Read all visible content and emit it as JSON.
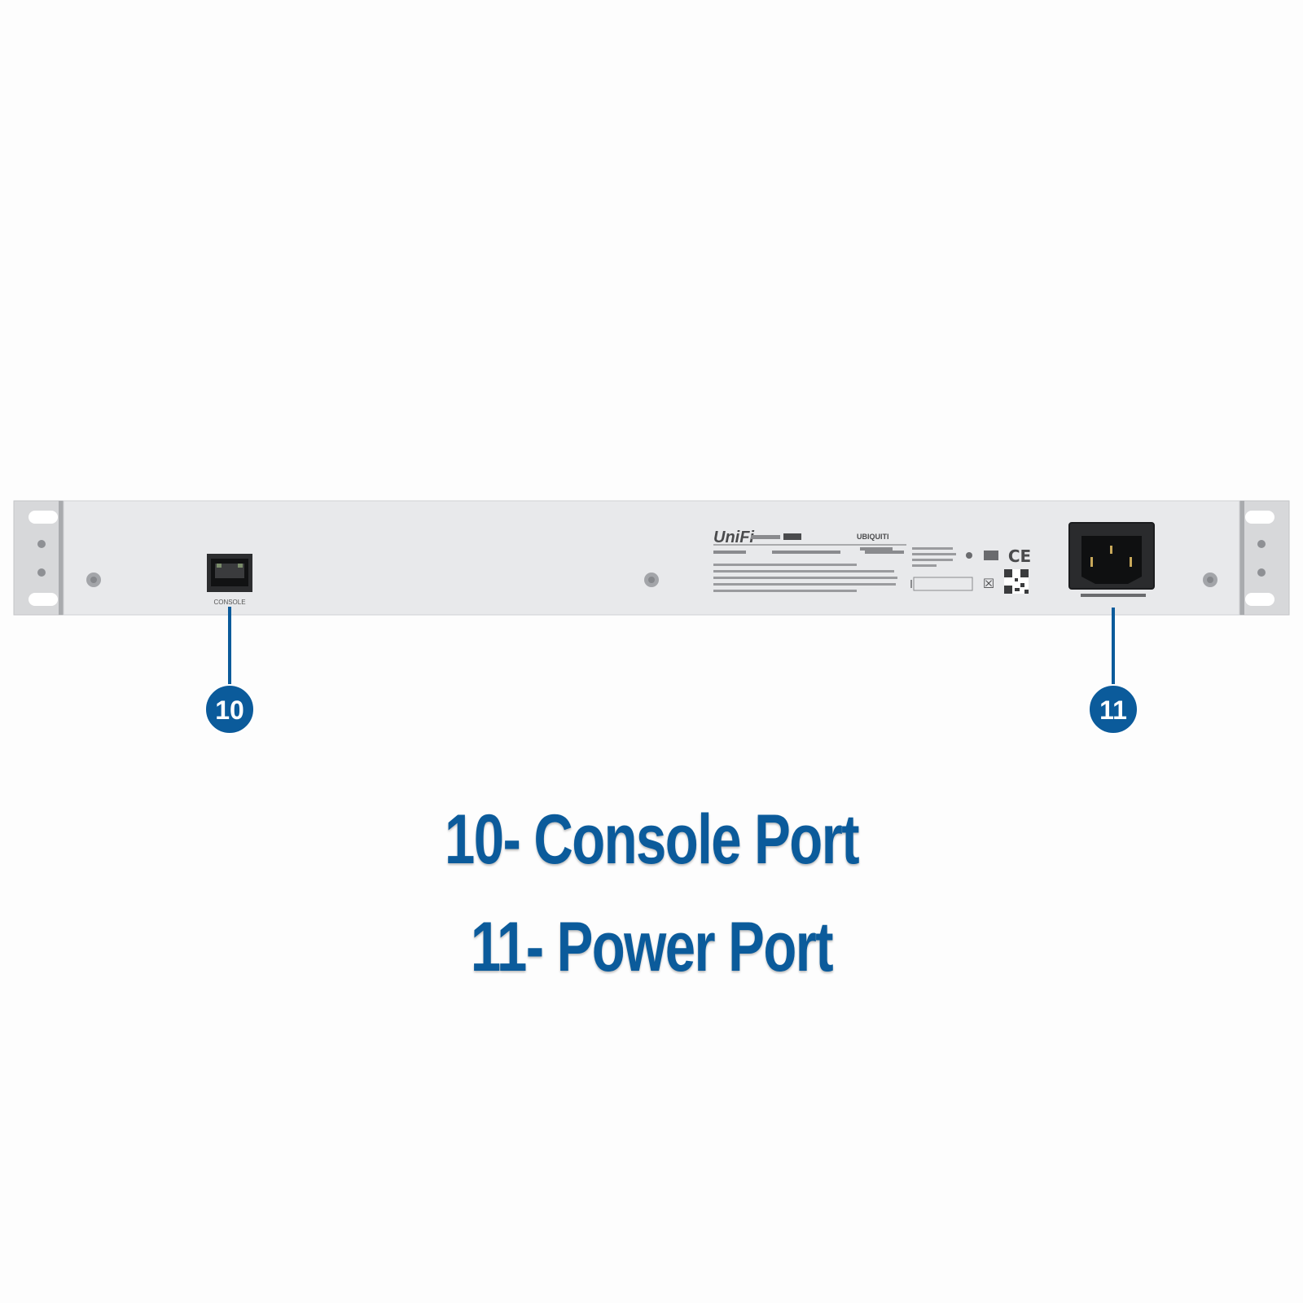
{
  "device": {
    "brand_logo": "UniFi",
    "maker_logo": "UBIQUITI",
    "console_label": "CONSOLE"
  },
  "callouts": [
    {
      "id": "10",
      "description": "Console Port"
    },
    {
      "id": "11",
      "description": "Power Port"
    }
  ],
  "captions": {
    "line1": "10- Console Port",
    "line2": "11- Power Port"
  },
  "colors": {
    "accent": "#0b5b9b",
    "panel": "#e8e9eb",
    "bracket": "#d7d8da"
  }
}
